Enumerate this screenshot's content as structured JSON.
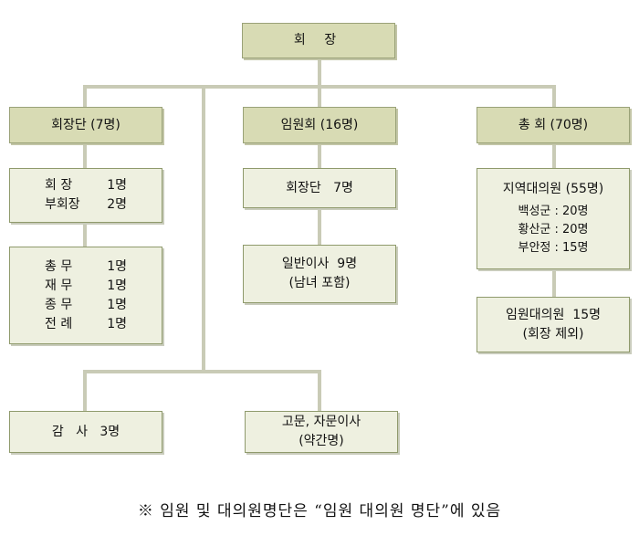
{
  "root": "회 장",
  "branches": {
    "left": {
      "head": "회장단 (7명)"
    },
    "middle": {
      "head": "임원회 (16명)"
    },
    "right": {
      "head": "총 회 (70명)"
    }
  },
  "left_box1": [
    {
      "label": "회 장",
      "count": "1명"
    },
    {
      "label": "부회장",
      "count": "2명"
    }
  ],
  "left_box2": [
    {
      "label": "총 무",
      "count": "1명"
    },
    {
      "label": "재 무",
      "count": "1명"
    },
    {
      "label": "종 무",
      "count": "1명"
    },
    {
      "label": "전 례",
      "count": "1명"
    }
  ],
  "middle_box1": "회장단   7명",
  "middle_box2": {
    "line1": "일반이사  9명",
    "line2": "(남녀 포함)"
  },
  "right_box1": {
    "title": "지역대의원 (55명)",
    "items": [
      "백성군 : 20명",
      "황산군 : 20명",
      "부안정 : 15명"
    ]
  },
  "right_box2": {
    "line1": "임원대의원  15명",
    "line2": "(회장 제외)"
  },
  "bottom": {
    "audit": "감   사   3명",
    "advisor": {
      "line1": "고문, 자문이사",
      "line2": "(약간명)"
    }
  },
  "footnote": "※ 임원 및 대의원명단은 “임원 대의원 명단”에 있음"
}
